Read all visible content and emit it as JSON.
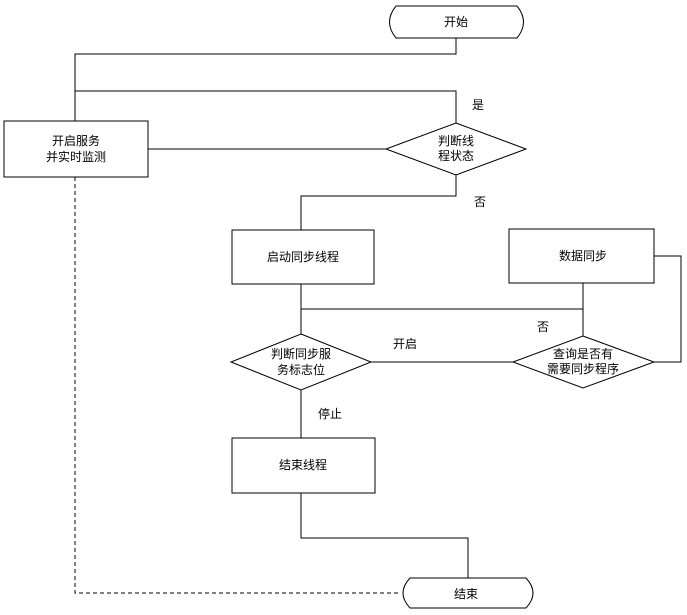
{
  "nodes": {
    "start": "开始",
    "open_service": [
      "开启服务",
      "并实时监测"
    ],
    "judge_thread": [
      "判断线",
      "程状态"
    ],
    "start_sync_thread": "启动同步线程",
    "data_sync": "数据同步",
    "judge_sync_flag": [
      "判断同步服",
      "务标志位"
    ],
    "query_sync_program": [
      "查询是否有",
      "需要同步程序"
    ],
    "end_thread": "结束线程",
    "end": "结束"
  },
  "edge_labels": {
    "yes": "是",
    "no_thread": "否",
    "no_query": "否",
    "open": "开启",
    "stop": "停止"
  }
}
